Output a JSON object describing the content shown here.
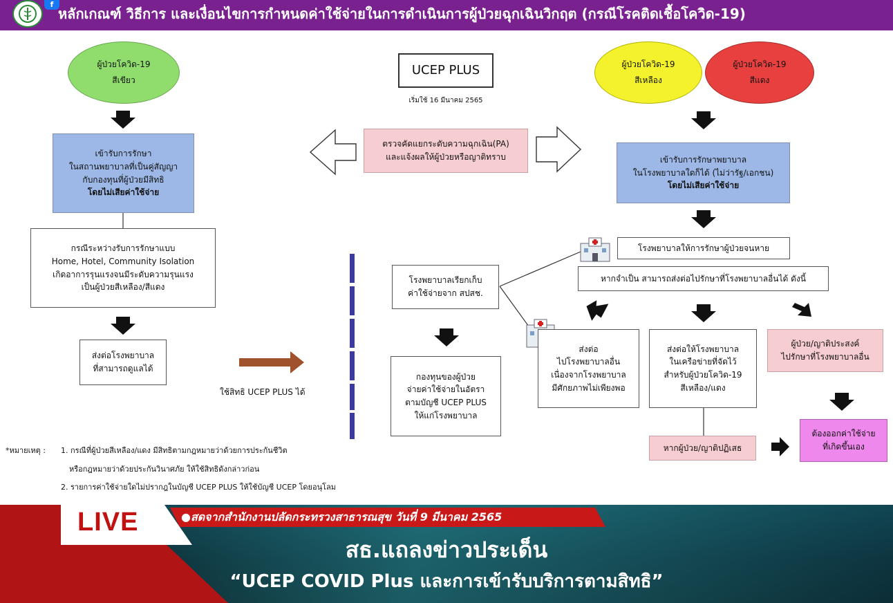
{
  "header": {
    "title": "หลักเกณฑ์ วิธีการ และเงื่อนไขการกำหนดค่าใช้จ่ายในการดำเนินการผู้ป่วยฉุกเฉินวิกฤต (กรณีโรคติดเชื้อโควิด-19)",
    "fb_badge": "f"
  },
  "diagram": {
    "ucep_title": "UCEP PLUS",
    "ucep_date": "เริ่มใช้ 16 มีนาคม 2565",
    "pa_box": "ตรวจคัดแยกระดับความฉุกเฉิน(PA)\nและแจ้งผลให้ผู้ป่วยหรือญาติทราบ",
    "green_patient": "ผู้ป่วยโควิด-19\nสีเขียว",
    "yellow_patient": "ผู้ป่วยโควิด-19\nสีเหลือง",
    "red_patient": "ผู้ป่วยโควิด-19\nสีแดง",
    "left_treat": "เข้ารับการรักษา\nในสถานพยาบาลที่เป็นคู่สัญญา\nกับกองทุนที่ผู้ป่วยมีสิทธิ",
    "left_treat_bold": "โดยไม่เสียค่าใช้จ่าย",
    "left_case": "กรณีระหว่างรับการรักษาแบบ\nHome, Hotel, Community Isolation\nเกิดอาการรุนแรงจนมีระดับความรุนแรง\nเป็นผู้ป่วยสีเหลือง/สีแดง",
    "left_refer": "ส่งต่อโรงพยาบาล\nที่สามารถดูแลได้",
    "ucep_right_label": "ใช้สิทธิ UCEP PLUS ได้",
    "right_treat": "เข้ารับการรักษาพยาบาล\nในโรงพยาบาลใดก็ได้ (ไม่ว่ารัฐ/เอกชน)",
    "right_treat_bold": "โดยไม่เสียค่าใช้จ่าย",
    "hospital_treat": "โรงพยาบาลให้การรักษาผู้ป่วยจนหาย",
    "if_needed": "หากจำเป็น สามารถส่งต่อไปรักษาที่โรงพยาบาลอื่นได้ ดังนี้",
    "hospital_bill": "โรงพยาบาลเรียกเก็บ\nค่าใช้จ่ายจาก สปสช.",
    "fund_pay": "กองทุนของผู้ป่วย\nจ่ายค่าใช้จ่ายในอัตรา\nตามบัญชี UCEP PLUS\nให้แก่โรงพยาบาล",
    "refer_other": "ส่งต่อ\nไปโรงพยาบาลอื่น\nเนื่องจากโรงพยาบาล\nมีศักยภาพไม่เพียงพอ",
    "refer_network": "ส่งต่อให้โรงพยาบาล\nในเครือข่ายที่จัดไว้\nสำหรับผู้ป่วยโควิด-19\nสีเหลือง/แดง",
    "patient_wish": "ผู้ป่วย/ญาติประสงค์\nไปรักษาที่โรงพยาบาลอื่น",
    "refuse": "หากผู้ป่วย/ญาติปฏิเสธ",
    "self_pay": "ต้องออกค่าใช้จ่าย\nที่เกิดขึ้นเอง"
  },
  "notes": {
    "label": "*หมายเหตุ :",
    "line1": "1. กรณีที่ผู้ป่วยสีเหลือง/แดง มีสิทธิตามกฎหมายว่าด้วยการประกันชีวิต",
    "line1b": "หรือกฎหมายว่าด้วยประกันวินาศภัย ให้ใช้สิทธิดังกล่าวก่อน",
    "line2": "2. รายการค่าใช้จ่ายใดไม่ปรากฎในบัญชี UCEP PLUS ให้ใช้บัญชี UCEP โดยอนุโลม"
  },
  "banner": {
    "live": "LIVE",
    "ribbon": "●สดจากสำนักงานปลัดกระทรวงสาธารณสุข วันที่ 9 มีนาคม 2565",
    "headline1": "สธ.แถลงข่าวประเด็น",
    "headline2": "“UCEP COVID Plus และการเข้ารับบริการตามสิทธิ”"
  },
  "colors": {
    "header_bg": "#7a2190",
    "green": "#90dd6e",
    "yellow": "#f3f22c",
    "red": "#e8403e",
    "blue_box": "#9db8e6",
    "pink_box": "#f6cdd0",
    "magenta_box": "#ee88ec",
    "brown_arrow": "#a0522d"
  }
}
